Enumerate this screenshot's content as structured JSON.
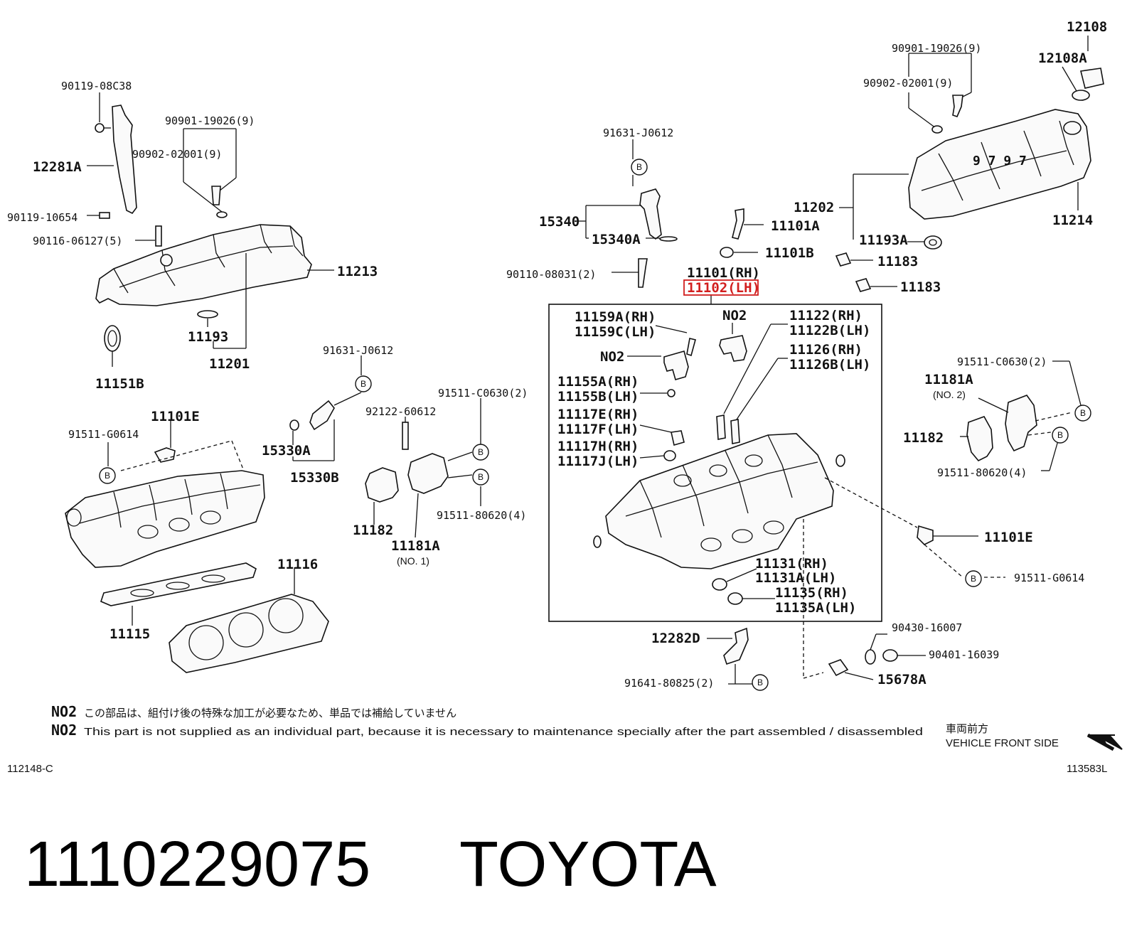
{
  "diagram": {
    "labels": {
      "p90119_08c38": "90119-08C38",
      "p12281a": "12281A",
      "p90901_19026_l": "90901-19026(9)",
      "p90902_02001_l": "90902-02001(9)",
      "p90119_10654": "90119-10654",
      "p90116_06127": "90116-06127(5)",
      "p11213": "11213",
      "p11193": "11193",
      "p11201": "11201",
      "p11151b": "11151B",
      "p91631_j0612_a": "91631-J0612",
      "p15340": "15340",
      "p15340a": "15340A",
      "p90110_08031": "90110-08031(2)",
      "p11101a": "11101A",
      "p11101b": "11101B",
      "p11101_rh": "11101(RH)",
      "p11102_lh": "11102(LH)",
      "p90901_19026_r": "90901-19026(9)",
      "p90902_02001_r": "90902-02001(9)",
      "p12108": "12108",
      "p12108a": "12108A",
      "p11202": "11202",
      "p11214": "11214",
      "p11193a": "11193A",
      "p11183_a": "11183",
      "p11183_b": "11183",
      "p11159a": "11159A(RH)",
      "p11159c": "11159C(LH)",
      "p_no2_a": "NO2",
      "p_no2_b": "NO2",
      "p11122": "11122(RH)",
      "p11122b": "11122B(LH)",
      "p11126": "11126(RH)",
      "p11126b": "11126B(LH)",
      "p11155a": "11155A(RH)",
      "p11155b": "11155B(LH)",
      "p11117e": "11117E(RH)",
      "p11117f": "11117F(LH)",
      "p11117h": "11117H(RH)",
      "p11117j": "11117J(LH)",
      "p11131": "11131(RH)",
      "p11131a": "11131A(LH)",
      "p11135": "11135(RH)",
      "p11135a": "11135A(LH)",
      "p91631_j0612_b": "91631-J0612",
      "p15330a": "15330A",
      "p15330b": "15330B",
      "p92122_60612": "92122-60612",
      "p91511_c0630_l": "91511-C0630(2)",
      "p91511_80620_l": "91511-80620(4)",
      "p11182_l": "11182",
      "p11181a_l": "11181A",
      "p_no1": "(NO. 1)",
      "p11101e_l": "11101E",
      "p91511_g0614_l": "91511-G0614",
      "p11116": "11116",
      "p11115": "11115",
      "p91511_c0630_r": "91511-C0630(2)",
      "p11181a_r": "11181A",
      "p_no2_paren": "(NO. 2)",
      "p11182_r": "11182",
      "p91511_80620_r": "91511-80620(4)",
      "p11101e_r": "11101E",
      "p91511_g0614_r": "91511-G0614",
      "p12282d": "12282D",
      "p90430_16007": "90430-16007",
      "p90401_16039": "90401-16039",
      "p15678a": "15678A",
      "p91641_80825": "91641-80825(2)"
    },
    "callout_letter": "B",
    "notes": {
      "code": "NO2",
      "japanese": "この部品は、組付け後の特殊な加工が必要なため、単品では補給していません",
      "english": "This part is not supplied as an individual part, because it is necessary to maintenance specially after the part assembled / disassembled"
    },
    "front_side_jp": "車両前方",
    "front_side_en": "VEHICLE FRONT SIDE",
    "diagram_code_left": "112148-C",
    "diagram_code_right": "113583L",
    "highlight_color": "#d21f1f"
  },
  "footer": {
    "part_number": "1110229075",
    "brand": "TOYOTA"
  }
}
